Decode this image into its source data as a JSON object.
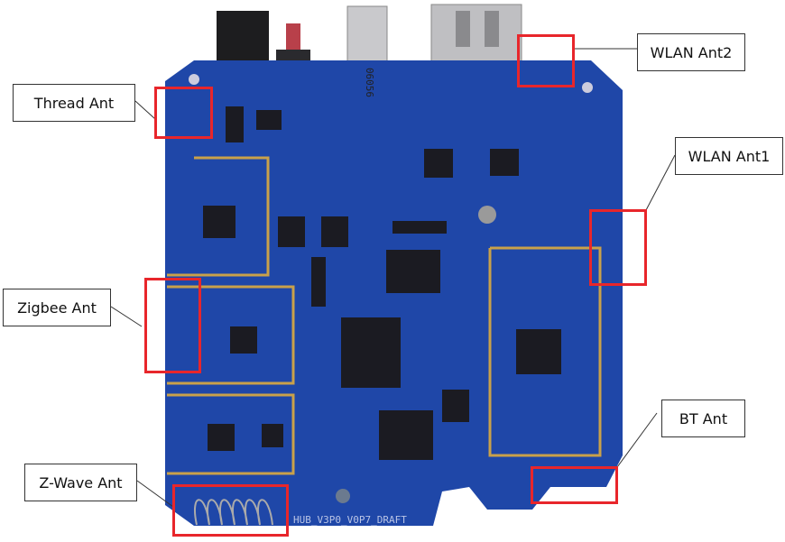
{
  "title": "Hub PCB antenna locations",
  "labels": {
    "thread": "Thread Ant",
    "wlan2": "WLAN Ant2",
    "wlan1": "WLAN Ant1",
    "zigbee": "Zigbee Ant",
    "bt": "BT Ant",
    "zwave": "Z-Wave Ant"
  },
  "board": {
    "silkscreen": "HUB_V3P0_V0P7_DRAFT",
    "usb_marking": "06056"
  },
  "colors": {
    "pcb": "#1f47a8",
    "highlight": "#e8262b",
    "antenna_trace": "#c9a14a"
  }
}
